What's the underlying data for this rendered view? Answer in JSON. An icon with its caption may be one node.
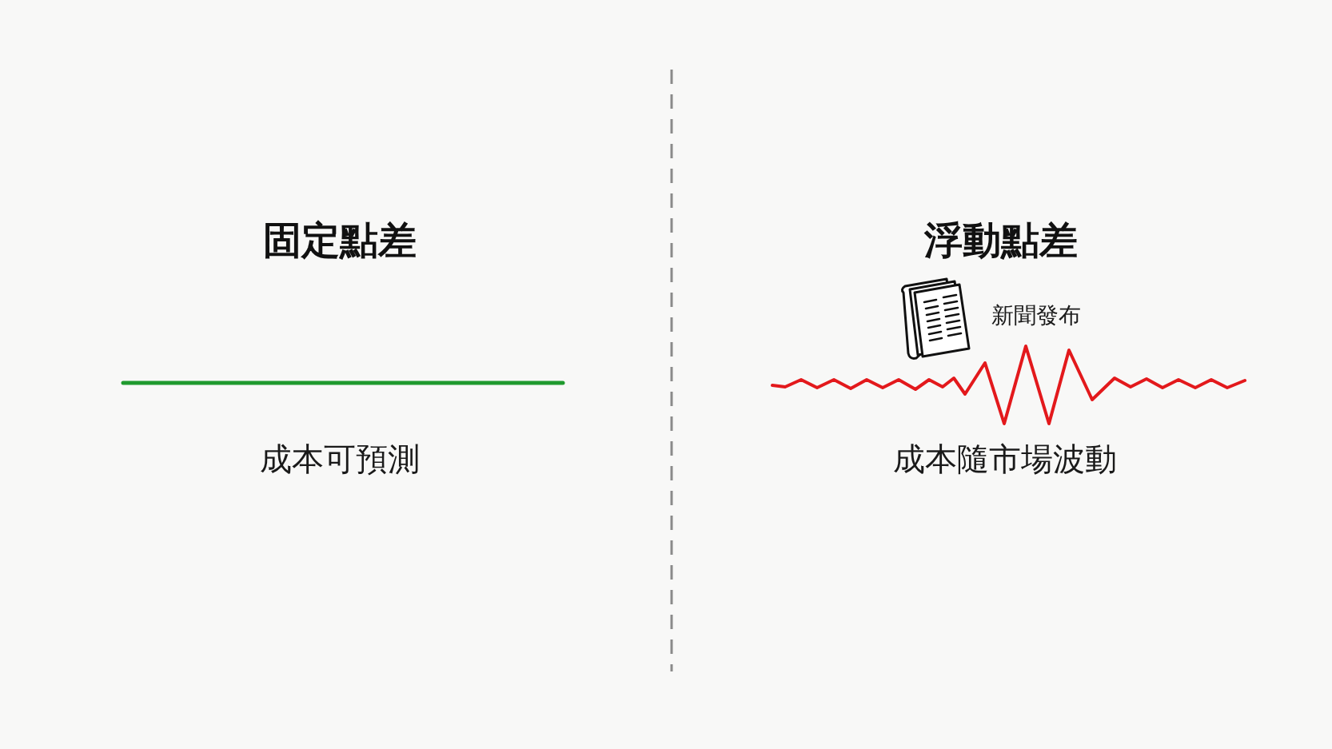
{
  "diagram": {
    "labels": [
      "固定點差",
      "浮動點差",
      "新聞發布",
      "成本可預測",
      "成本隨市場波動"
    ]
  }
}
